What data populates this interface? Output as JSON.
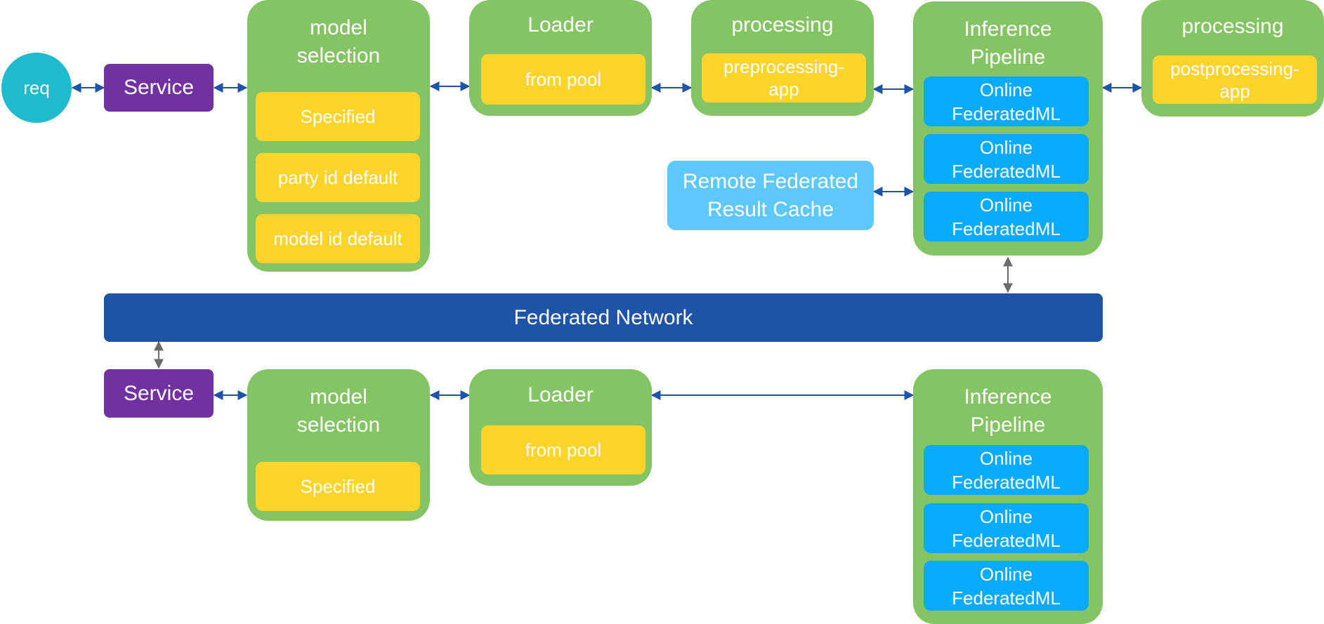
{
  "req": "req",
  "top": {
    "service": "Service",
    "model_selection": {
      "title": "model\nselection",
      "items": [
        "Specified",
        "party id default",
        "model id default"
      ]
    },
    "loader": {
      "title": "Loader",
      "item": "from pool"
    },
    "preprocessing": {
      "title": "processing",
      "item": "preprocessing-\napp"
    },
    "inference": {
      "title": "Inference\nPipeline",
      "items": [
        "Online\nFederatedML",
        "Online\nFederatedML",
        "Online\nFederatedML"
      ]
    },
    "postprocessing": {
      "title": "processing",
      "item": "postprocessing-\napp"
    },
    "cache": "Remote Federated\nResult Cache"
  },
  "network": "Federated Network",
  "bottom": {
    "service": "Service",
    "model_selection": {
      "title": "model\nselection",
      "items": [
        "Specified"
      ]
    },
    "loader": {
      "title": "Loader",
      "item": "from pool"
    },
    "inference": {
      "title": "Inference\nPipeline",
      "items": [
        "Online\nFederatedML",
        "Online\nFederatedML",
        "Online\nFederatedML"
      ]
    }
  },
  "colors": {
    "group_green": "#84c464",
    "item_yellow": "#fdd42c",
    "online_blue": "#0aabff",
    "service_purple": "#7231a0",
    "req_teal": "#1fbacb",
    "network_navy": "#1e53a5",
    "cache_lightblue": "#5ec8fc",
    "arrow_blue": "#1e53a5",
    "arrow_gray": "#6b6b6b"
  }
}
